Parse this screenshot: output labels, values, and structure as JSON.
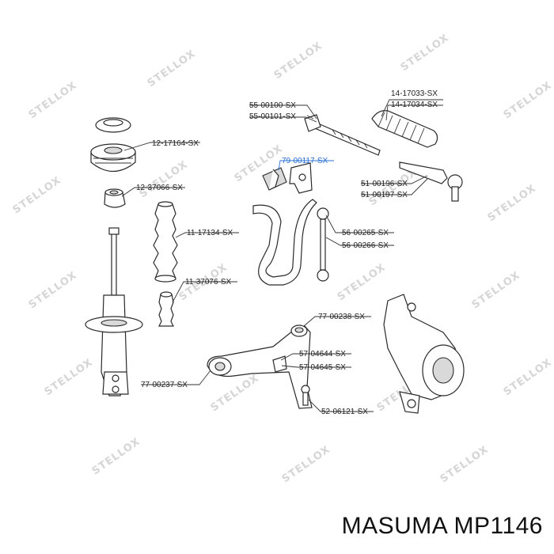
{
  "watermark": "STELLOX",
  "highlight_color": "#2b6fd6",
  "parts": [
    {
      "label": "12-17164-SX",
      "highlighted": false
    },
    {
      "label": "12-37066-SX",
      "highlighted": false
    },
    {
      "label": "11-17134-SX",
      "highlighted": false
    },
    {
      "label": "11-37076-SX",
      "highlighted": false
    },
    {
      "label": "55-00100-SX",
      "highlighted": false
    },
    {
      "label": "55-00101-SX",
      "highlighted": false
    },
    {
      "label": "14-17033-SX",
      "highlighted": false
    },
    {
      "label": "14-17034-SX",
      "highlighted": false
    },
    {
      "label": "79-00117-SX",
      "highlighted": true
    },
    {
      "label": "51-00196-SX",
      "highlighted": false
    },
    {
      "label": "51-00197-SX",
      "highlighted": false
    },
    {
      "label": "56-00265-SX",
      "highlighted": false
    },
    {
      "label": "56-00266-SX",
      "highlighted": false
    },
    {
      "label": "77-00238-SX",
      "highlighted": false
    },
    {
      "label": "57-04644-SX",
      "highlighted": false
    },
    {
      "label": "57-04645-SX",
      "highlighted": false
    },
    {
      "label": "77-00237-SX",
      "highlighted": false
    },
    {
      "label": "52-06121-SX",
      "highlighted": false
    }
  ],
  "footer": {
    "caption": "MASUMA MP1146"
  }
}
